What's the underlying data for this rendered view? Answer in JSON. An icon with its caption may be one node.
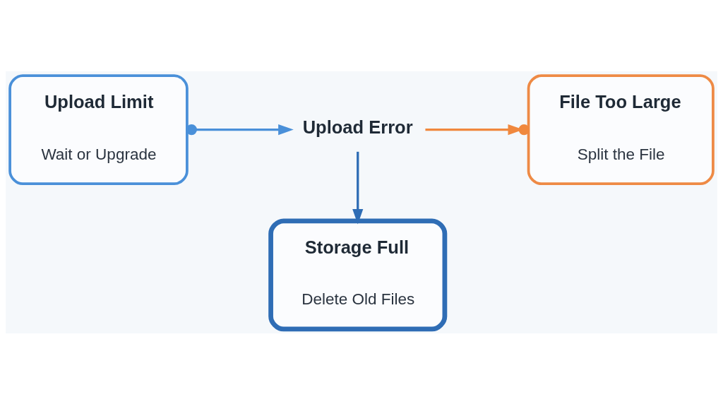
{
  "diagram": {
    "nodes": [
      {
        "text": [
          "Upload Limit",
          "Wait or Upgrade"
        ]
      },
      {
        "text": [
          "File Too Large",
          "Split the File"
        ]
      },
      {
        "text": [
          "Upload Error"
        ]
      },
      {
        "text": [
          "Storage Full",
          "Delete Old Files"
        ]
      }
    ],
    "edges": [
      {
        "from": 0,
        "to": 2,
        "arrow": "to",
        "color": "#4a90d9"
      },
      {
        "from": 2,
        "to": 1,
        "arrow": "to",
        "color": "#f0883e"
      },
      {
        "from": 2,
        "to": 3,
        "arrow": "to",
        "color": "#2f6db5"
      }
    ]
  }
}
